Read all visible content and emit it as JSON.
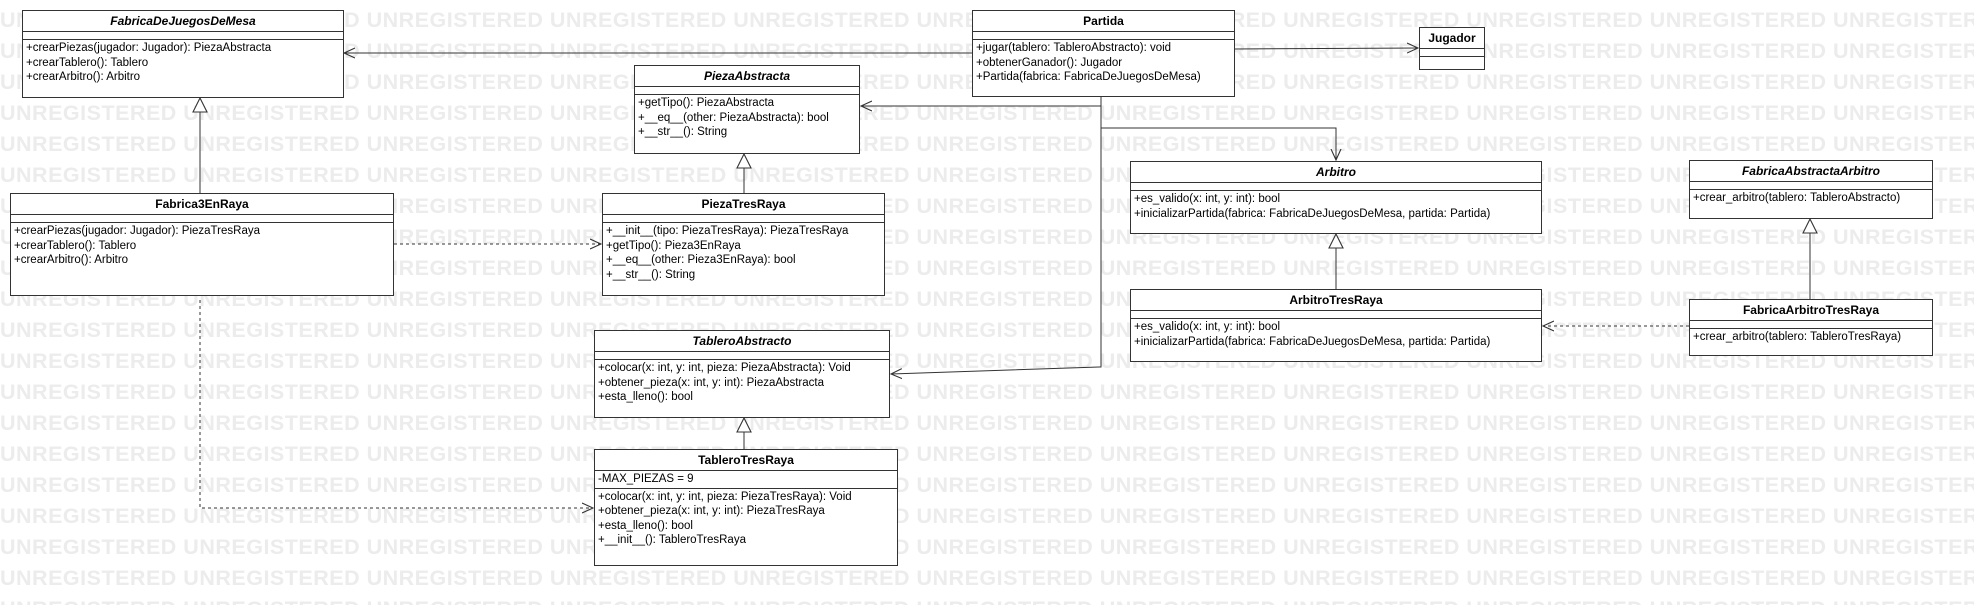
{
  "watermark_text": "UNREGISTERED",
  "classes": {
    "fabrica_juegos_mesa": {
      "name": "FabricaDeJuegosDeMesa",
      "attributes": [],
      "methods": [
        "+crearPiezas(jugador: Jugador): PiezaAbstracta",
        "+crearTablero(): Tablero",
        "+crearArbitro(): Arbitro"
      ]
    },
    "fabrica_3_en_raya": {
      "name": "Fabrica3EnRaya",
      "attributes": [],
      "methods": [
        "+crearPiezas(jugador: Jugador): PiezaTresRaya",
        "+crearTablero(): Tablero",
        "+crearArbitro(): Arbitro"
      ]
    },
    "pieza_abstracta": {
      "name": "PiezaAbstracta",
      "attributes": [],
      "methods": [
        "+getTipo(): PiezaAbstracta",
        "+__eq__(other: PiezaAbstracta): bool",
        "+__str__(): String"
      ]
    },
    "pieza_tres_raya": {
      "name": "PiezaTresRaya",
      "attributes": [],
      "methods": [
        "+__init__(tipo: PiezaTresRaya): PiezaTresRaya",
        "+getTipo(): Pieza3EnRaya",
        "+__eq__(other: Pieza3EnRaya): bool",
        "+__str__(): String"
      ]
    },
    "tablero_abstracto": {
      "name": "TableroAbstracto",
      "attributes": [],
      "methods": [
        "+colocar(x: int, y: int, pieza: PiezaAbstracta): Void",
        "+obtener_pieza(x: int, y: int): PiezaAbstracta",
        "+esta_lleno(): bool"
      ]
    },
    "tablero_tres_raya": {
      "name": "TableroTresRaya",
      "attributes": [
        "-MAX_PIEZAS = 9"
      ],
      "methods": [
        "+colocar(x: int, y: int, pieza: PiezaTresRaya): Void",
        "+obtener_pieza(x: int, y: int): PiezaTresRaya",
        "+esta_lleno(): bool",
        "+__init__(): TableroTresRaya"
      ]
    },
    "partida": {
      "name": "Partida",
      "attributes": [],
      "methods": [
        "+jugar(tablero: TableroAbstracto): void",
        "+obtenerGanador(): Jugador",
        "+Partida(fabrica: FabricaDeJuegosDeMesa)"
      ]
    },
    "jugador": {
      "name": "Jugador",
      "attributes": [],
      "methods": []
    },
    "arbitro": {
      "name": "Arbitro",
      "attributes": [],
      "methods": [
        "+es_valido(x: int, y: int): bool",
        "+inicializarPartida(fabrica: FabricaDeJuegosDeMesa, partida: Partida)"
      ]
    },
    "arbitro_tres_raya": {
      "name": "ArbitroTresRaya",
      "attributes": [],
      "methods": [
        "+es_valido(x: int, y: int): bool",
        "+inicializarPartida(fabrica: FabricaDeJuegosDeMesa, partida: Partida)"
      ]
    },
    "fabrica_abstracta_arbitro": {
      "name": "FabricaAbstractaArbitro",
      "attributes": [],
      "methods": [
        "+crear_arbitro(tablero: TableroAbstracto)"
      ]
    },
    "fabrica_arbitro_tres_raya": {
      "name": "FabricaArbitroTresRaya",
      "attributes": [],
      "methods": [
        "+crear_arbitro(tablero: TableroTresRaya)"
      ]
    }
  },
  "relations": [
    {
      "type": "generalization",
      "from": "fabrica_3_en_raya",
      "to": "fabrica_juegos_mesa"
    },
    {
      "type": "generalization",
      "from": "pieza_tres_raya",
      "to": "pieza_abstracta"
    },
    {
      "type": "generalization",
      "from": "tablero_tres_raya",
      "to": "tablero_abstracto"
    },
    {
      "type": "generalization",
      "from": "arbitro_tres_raya",
      "to": "arbitro"
    },
    {
      "type": "generalization",
      "from": "fabrica_arbitro_tres_raya",
      "to": "fabrica_abstracta_arbitro"
    },
    {
      "type": "association",
      "from": "partida",
      "to": "fabrica_juegos_mesa"
    },
    {
      "type": "association",
      "from": "partida",
      "to": "jugador"
    },
    {
      "type": "association",
      "from": "partida",
      "to": "pieza_abstracta"
    },
    {
      "type": "association",
      "from": "partida",
      "to": "arbitro"
    },
    {
      "type": "association",
      "from": "partida",
      "to": "tablero_abstracto"
    },
    {
      "type": "dependency",
      "from": "fabrica_3_en_raya",
      "to": "pieza_tres_raya"
    },
    {
      "type": "dependency",
      "from": "fabrica_3_en_raya",
      "to": "tablero_tres_raya"
    },
    {
      "type": "dependency",
      "from": "fabrica_arbitro_tres_raya",
      "to": "arbitro_tres_raya"
    }
  ]
}
